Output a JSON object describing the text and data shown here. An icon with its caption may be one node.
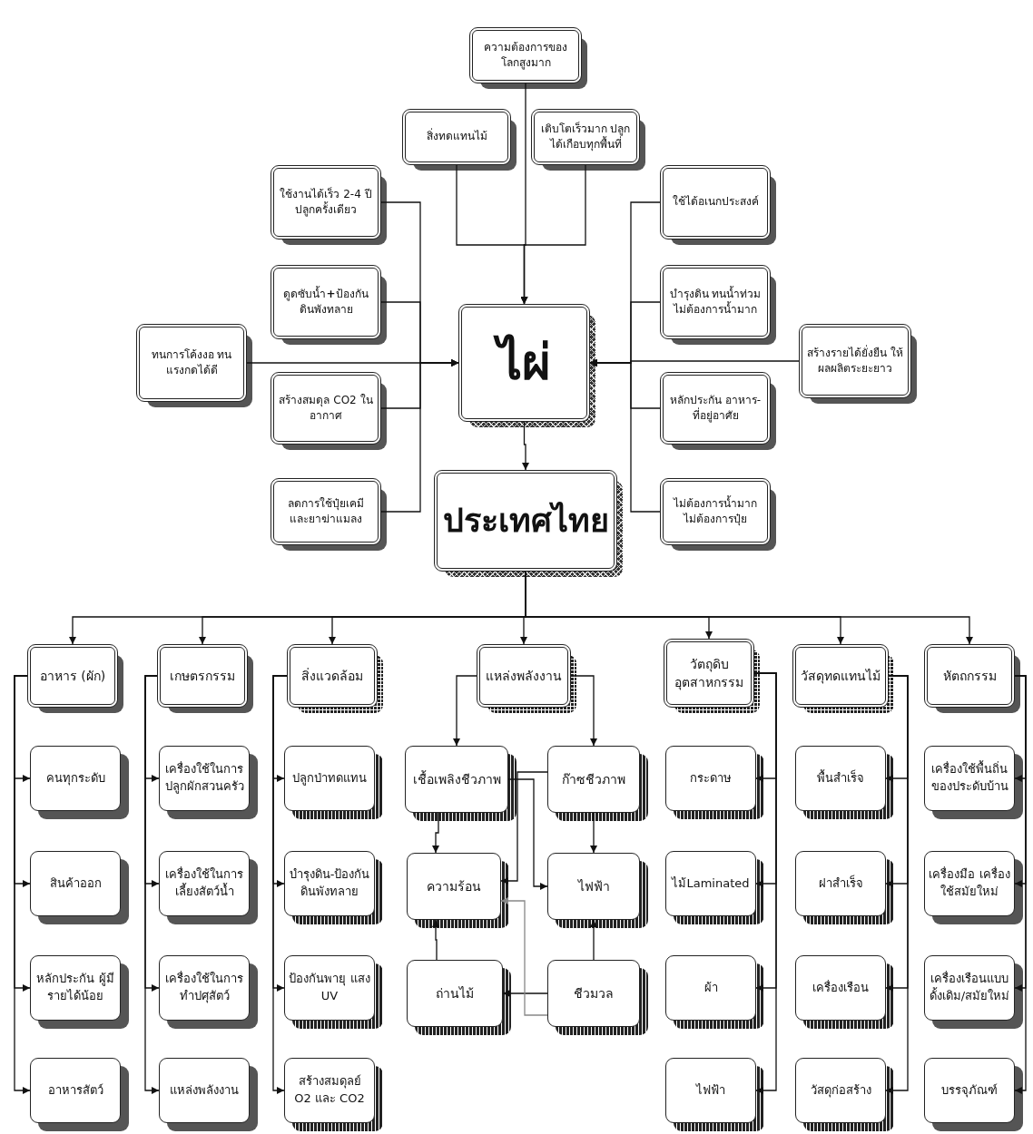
{
  "diagram": {
    "nodes": [
      {
        "text": [
          "ความต้องการของโลกสูงมาก"
        ]
      },
      {
        "text": [
          "สิ่งทดแทนไม้"
        ]
      },
      {
        "text": [
          "เติบโตเร็วมาก ปลูกได้เกือบทุกพื้นที่"
        ]
      },
      {
        "text": [
          "ใช้งานได้เร็ว 2-4 ปี ปลูกครั้งเดียว"
        ]
      },
      {
        "text": [
          "ดูดซับน้ำ**+**ป้องกัน ดินพังทลาย"
        ]
      },
      {
        "text": [
          "ทนการโค้งงอ ทนแรงกดได้ดี"
        ]
      },
      {
        "text": [
          "สร้างสมดุล CO2 ในอากาศ"
        ]
      },
      {
        "text": [
          "ลดการใช้ปุ๋ยเคมี และยาฆ่าแมลง"
        ]
      },
      {
        "text": [
          "ใช้ได้อเนกประสงค์"
        ]
      },
      {
        "text": [
          "บำรุงดิน ทนน้ำท่วม ไม่ต้องการน้ำมาก"
        ]
      },
      {
        "text": [
          "สร้างรายได้ยั่งยืน ให้ผลผลิตระยะยาว"
        ]
      },
      {
        "text": [
          "หลักประกัน อาหาร-ที่อยู่อาศัย"
        ]
      },
      {
        "text": [
          "ไม่ต้องการน้ำมาก ไม่ต้องการปุ๋ย"
        ]
      },
      {
        "text": [
          "ไผ่"
        ]
      },
      {
        "text": [
          "ประเทศไทย"
        ]
      },
      {
        "text": [
          "อาหาร (ผัก)"
        ]
      },
      {
        "text": [
          "เกษตรกรรม"
        ]
      },
      {
        "text": [
          "สิ่งแวดล้อม"
        ]
      },
      {
        "text": [
          "แหล่งพลังงาน"
        ]
      },
      {
        "text": [
          "วัตถุดิบ อุตสาหกรรม"
        ]
      },
      {
        "text": [
          "วัสดุทดแทนไม้"
        ]
      },
      {
        "text": [
          "หัตถกรรม"
        ]
      },
      {
        "text": [
          "คนทุกระดับ"
        ]
      },
      {
        "text": [
          "สินค้าออก"
        ]
      },
      {
        "text": [
          "หลักประกัน ผู้มีรายได้น้อย"
        ]
      },
      {
        "text": [
          "อาหารสัตว์"
        ]
      },
      {
        "text": [
          "เครื่องใช้ในการ ปลูกผักสวนครัว"
        ]
      },
      {
        "text": [
          "เครื่องใช้ในการ เลี้ยงสัตว์น้ำ"
        ]
      },
      {
        "text": [
          "เครื่องใช้ในการ ทำปศุสัตว์"
        ]
      },
      {
        "text": [
          "แหล่งพลังงาน"
        ]
      },
      {
        "text": [
          "ปลูกป่าทดแทน"
        ]
      },
      {
        "text": [
          "บำรุงดิน-ป้องกัน ดินพังทลาย"
        ]
      },
      {
        "text": [
          "ป้องกันพายุ แสง UV"
        ]
      },
      {
        "text": [
          "สร้างสมดุลย์ O2 และ CO2"
        ]
      },
      {
        "text": [
          "เชื้อเพลิงชีวภาพ"
        ]
      },
      {
        "text": [
          "ก๊าซชีวภาพ"
        ]
      },
      {
        "text": [
          "ความร้อน"
        ]
      },
      {
        "text": [
          "ไฟฟ้า"
        ]
      },
      {
        "text": [
          "ถ่านไม้"
        ]
      },
      {
        "text": [
          "ชีวมวล"
        ]
      },
      {
        "text": [
          "กระดาษ"
        ]
      },
      {
        "text": [
          "ไม้Laminated"
        ]
      },
      {
        "text": [
          "ผ้า"
        ]
      },
      {
        "text": [
          "ไฟฟ้า"
        ]
      },
      {
        "text": [
          "พื้นสำเร็จ"
        ]
      },
      {
        "text": [
          "ฝาสำเร็จ"
        ]
      },
      {
        "text": [
          "เครื่องเรือน"
        ]
      },
      {
        "text": [
          "วัสดุก่อสร้าง"
        ]
      },
      {
        "text": [
          "เครื่องใช้พื้นถิ่น ของประดับบ้าน"
        ]
      },
      {
        "text": [
          "เครื่องมือ เครื่องใช้สมัยใหม่"
        ]
      },
      {
        "text": [
          "เครื่องเรือนแบบ ดั้งเดิม/สมัยใหม่"
        ]
      },
      {
        "text": [
          "บรรจุภัณฑ์"
        ]
      }
    ],
    "edges": [
      {
        "from": 0,
        "to": 13,
        "arrow": "to"
      },
      {
        "from": 1,
        "to": 13,
        "arrow": "to"
      },
      {
        "from": 2,
        "to": 13,
        "arrow": "to"
      },
      {
        "from": 3,
        "to": 13,
        "arrow": "to"
      },
      {
        "from": 4,
        "to": 13,
        "arrow": "to"
      },
      {
        "from": 5,
        "to": 13,
        "arrow": "to"
      },
      {
        "from": 6,
        "to": 13,
        "arrow": "to"
      },
      {
        "from": 7,
        "to": 13,
        "arrow": "to"
      },
      {
        "from": 8,
        "to": 13,
        "arrow": "to"
      },
      {
        "from": 9,
        "to": 13,
        "arrow": "to"
      },
      {
        "from": 10,
        "to": 13,
        "arrow": "to"
      },
      {
        "from": 11,
        "to": 13,
        "arrow": "to"
      },
      {
        "from": 12,
        "to": 13,
        "arrow": "to"
      },
      {
        "from": 13,
        "to": 14,
        "arrow": "to"
      },
      {
        "from": 14,
        "to": 15,
        "arrow": "to"
      },
      {
        "from": 14,
        "to": 16,
        "arrow": "to"
      },
      {
        "from": 14,
        "to": 17,
        "arrow": "to"
      },
      {
        "from": 14,
        "to": 18,
        "arrow": "to"
      },
      {
        "from": 14,
        "to": 19,
        "arrow": "to"
      },
      {
        "from": 14,
        "to": 20,
        "arrow": "to"
      },
      {
        "from": 14,
        "to": 21,
        "arrow": "to"
      },
      {
        "from": 15,
        "to": 22,
        "arrow": "to"
      },
      {
        "from": 15,
        "to": 23,
        "arrow": "to"
      },
      {
        "from": 15,
        "to": 24,
        "arrow": "to"
      },
      {
        "from": 15,
        "to": 25,
        "arrow": "to"
      },
      {
        "from": 16,
        "to": 26,
        "arrow": "to"
      },
      {
        "from": 16,
        "to": 27,
        "arrow": "to"
      },
      {
        "from": 16,
        "to": 28,
        "arrow": "to"
      },
      {
        "from": 16,
        "to": 29,
        "arrow": "to"
      },
      {
        "from": 17,
        "to": 30,
        "arrow": "to"
      },
      {
        "from": 17,
        "to": 31,
        "arrow": "to"
      },
      {
        "from": 17,
        "to": 32,
        "arrow": "to"
      },
      {
        "from": 17,
        "to": 33,
        "arrow": "to"
      },
      {
        "from": 18,
        "to": 34,
        "arrow": "to"
      },
      {
        "from": 18,
        "to": 35,
        "arrow": "to"
      },
      {
        "from": 34,
        "to": 36,
        "arrow": "to"
      },
      {
        "from": 34,
        "to": 37,
        "arrow": "to"
      },
      {
        "from": 35,
        "to": 36,
        "arrow": "to"
      },
      {
        "from": 35,
        "to": 37,
        "arrow": "to"
      },
      {
        "from": 38,
        "to": 36,
        "arrow": "to"
      },
      {
        "from": 39,
        "to": 37,
        "arrow": "to"
      },
      {
        "from": 39,
        "to": 38,
        "arrow": "to"
      },
      {
        "from": 39,
        "to": 36,
        "arrow": "to",
        "color": "#888888"
      },
      {
        "from": 19,
        "to": 40,
        "arrow": "to"
      },
      {
        "from": 19,
        "to": 41,
        "arrow": "to"
      },
      {
        "from": 19,
        "to": 42,
        "arrow": "to"
      },
      {
        "from": 19,
        "to": 43,
        "arrow": "to"
      },
      {
        "from": 20,
        "to": 44,
        "arrow": "to"
      },
      {
        "from": 20,
        "to": 45,
        "arrow": "to"
      },
      {
        "from": 20,
        "to": 46,
        "arrow": "to"
      },
      {
        "from": 20,
        "to": 47,
        "arrow": "to"
      },
      {
        "from": 21,
        "to": 48,
        "arrow": "to"
      },
      {
        "from": 21,
        "to": 49,
        "arrow": "to"
      },
      {
        "from": 21,
        "to": 50,
        "arrow": "to"
      },
      {
        "from": 21,
        "to": 51,
        "arrow": "to"
      }
    ]
  }
}
